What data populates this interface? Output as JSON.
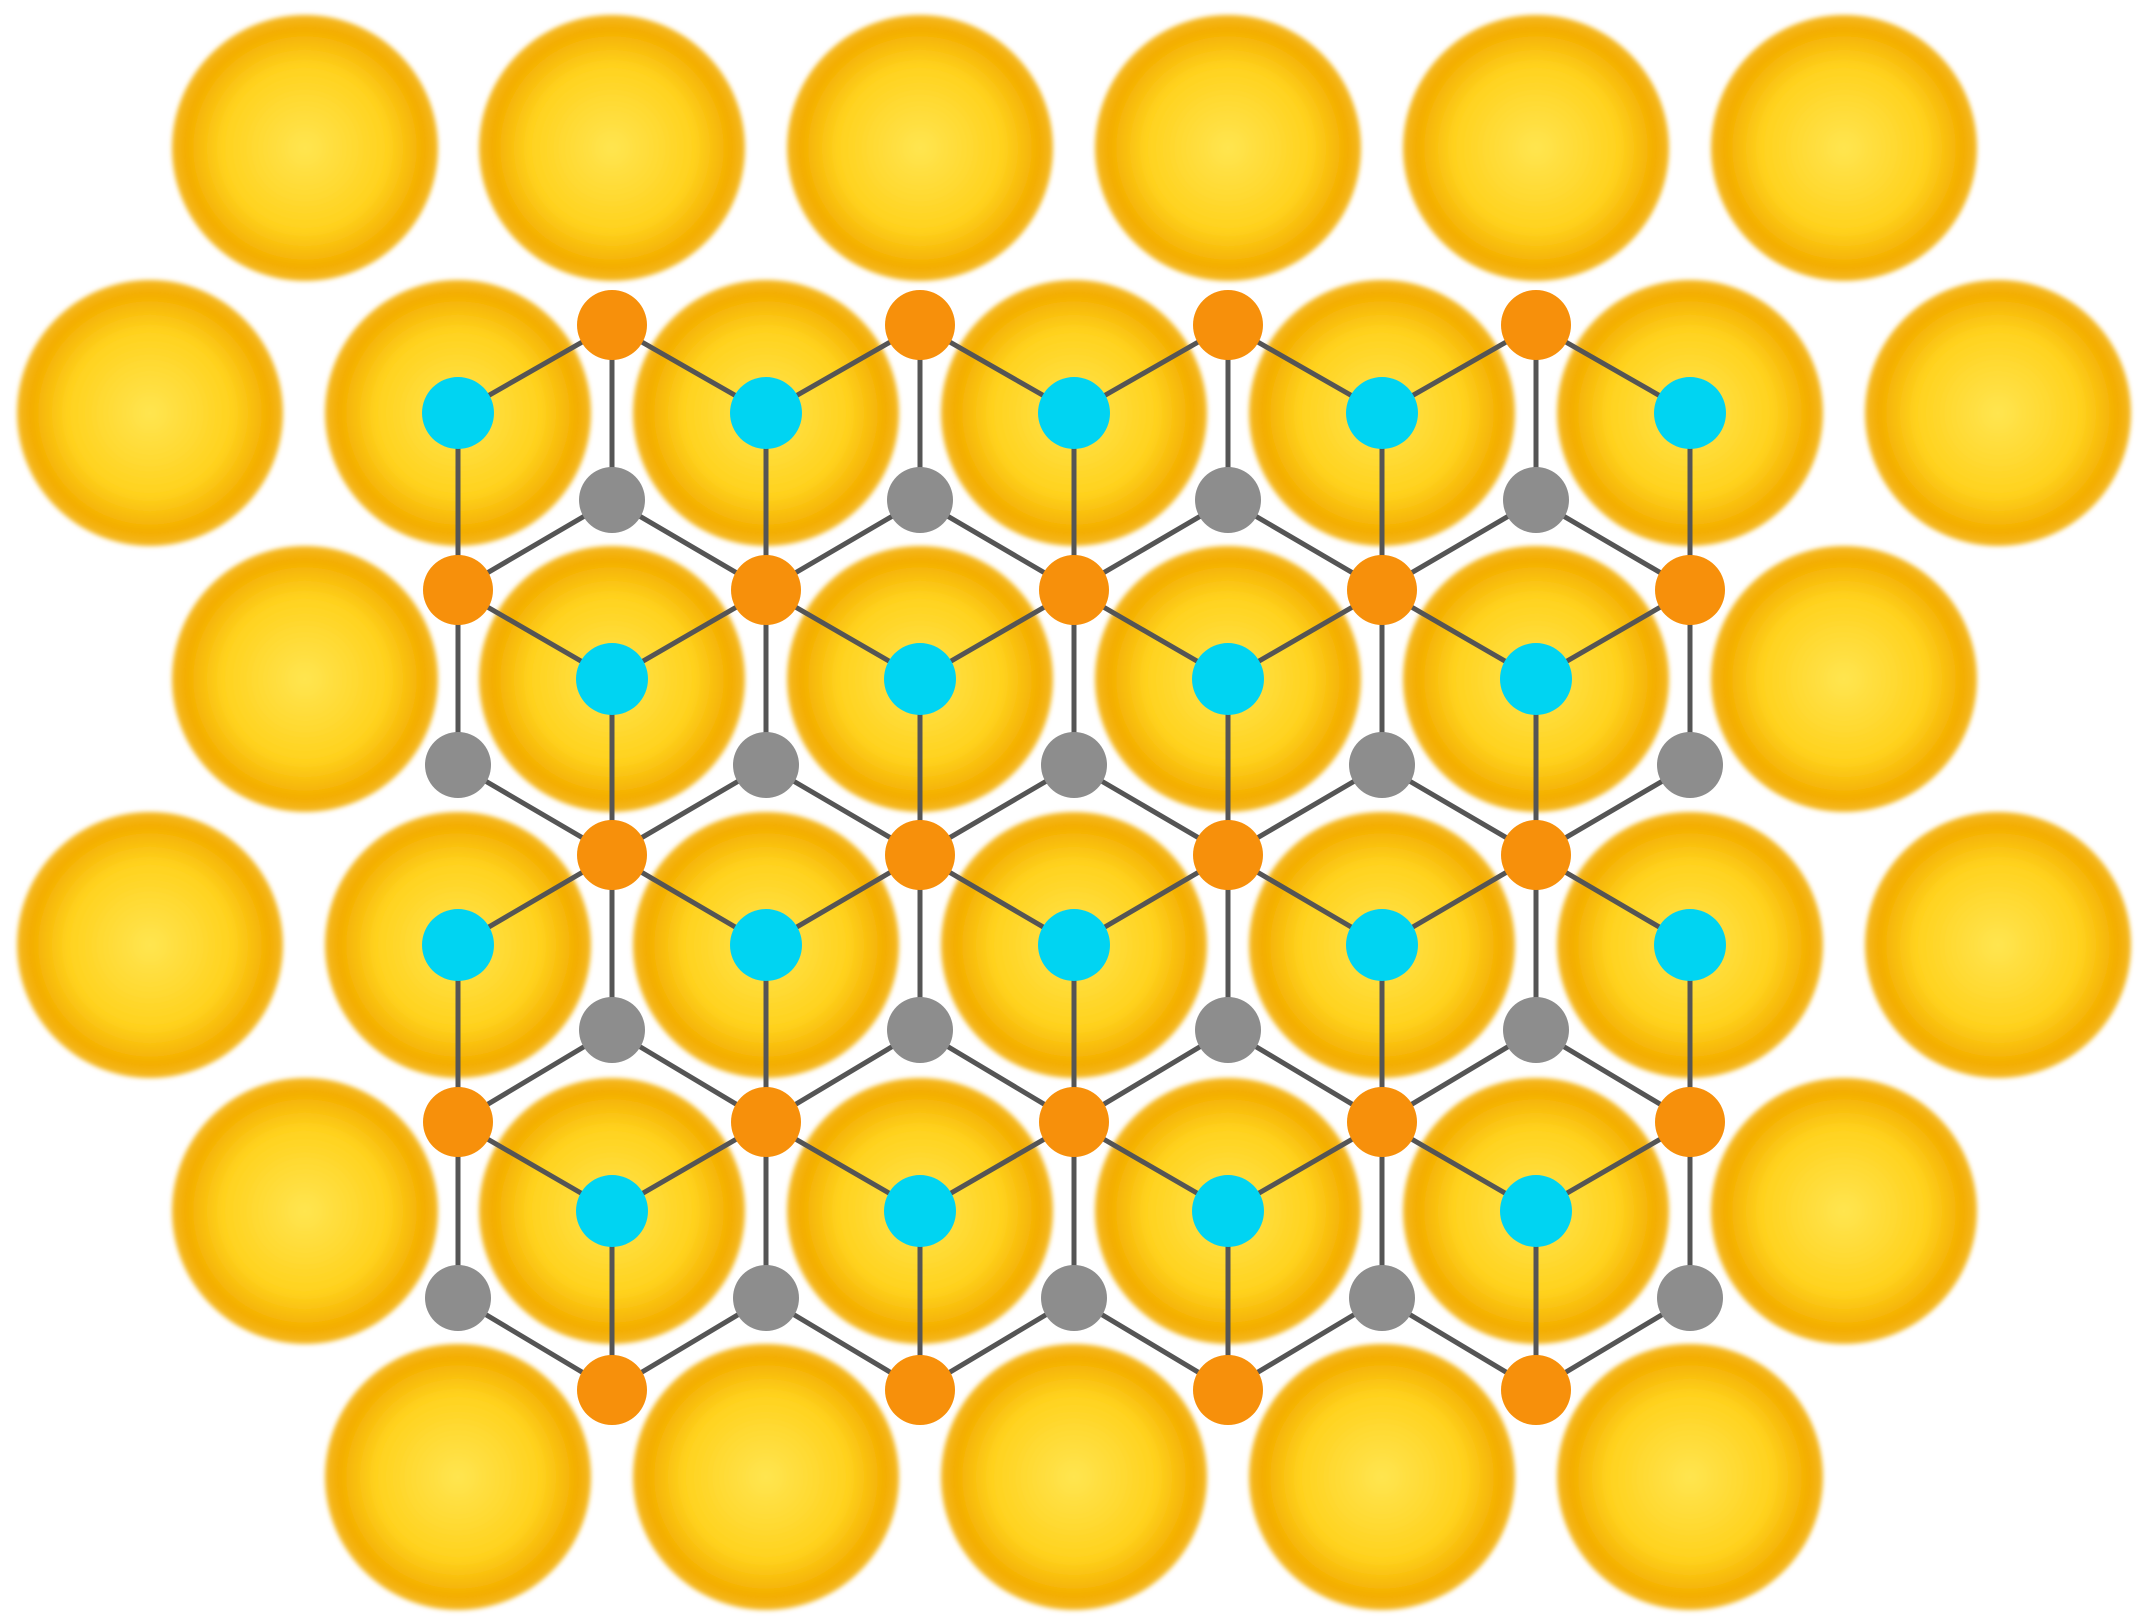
{
  "colors": {
    "background": "#ffffff",
    "substrate_atom_light": "#ffe550",
    "substrate_atom_mid": "#ffd21e",
    "substrate_atom_dark": "#f3ad00",
    "bond": "#555555",
    "site_center": "#00d4f2",
    "site_vertex": "#f7900b",
    "site_alternate": "#8d8d8d"
  },
  "legend": [],
  "atom_types": [
    "substrate",
    "vertex-atom",
    "alternate-atom",
    "center-atom"
  ]
}
